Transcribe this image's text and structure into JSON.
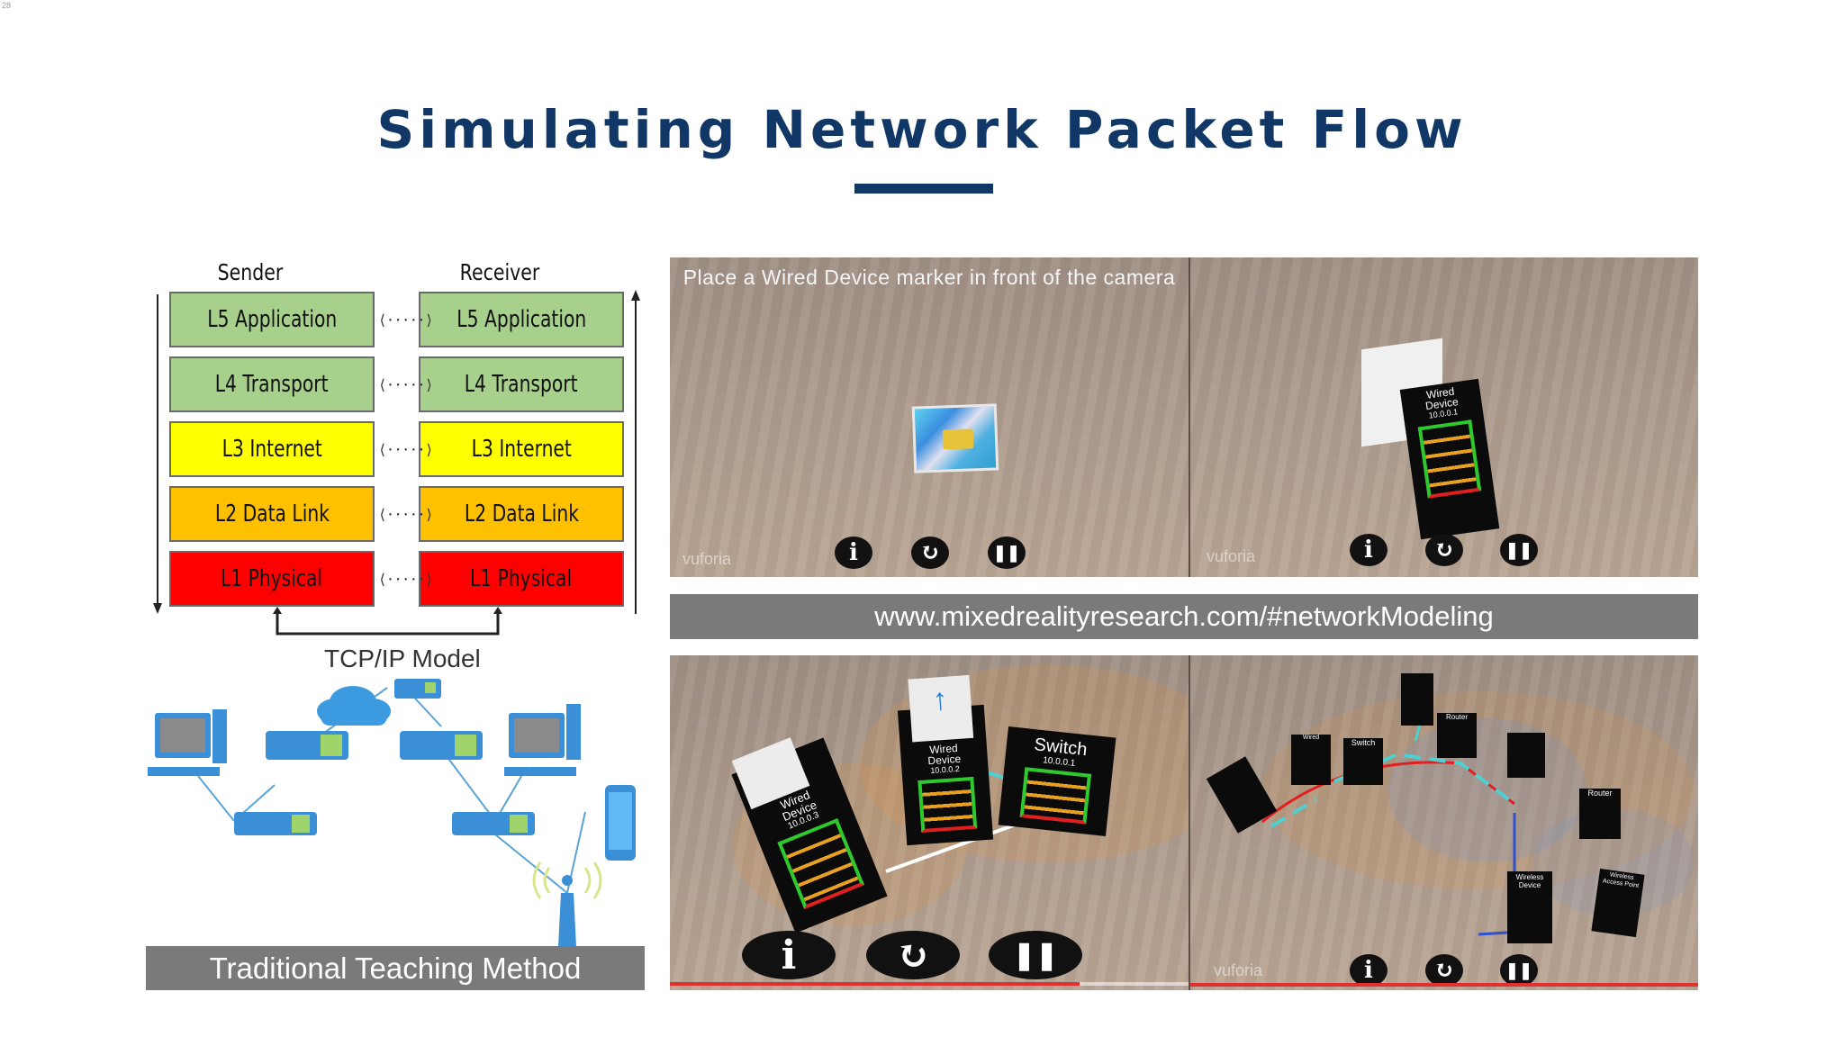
{
  "slide_number": "28",
  "title": "Simulating Network Packet Flow",
  "tcp_diagram": {
    "sender_label": "Sender",
    "receiver_label": "Receiver",
    "layers": [
      {
        "label": "L5 Application",
        "color": "#a8d08d"
      },
      {
        "label": "L4 Transport",
        "color": "#a8d08d"
      },
      {
        "label": "L3 Internet",
        "color": "#ffff00"
      },
      {
        "label": "L2 Data Link",
        "color": "#ffc000"
      },
      {
        "label": "L1 Physical",
        "color": "#ff0000"
      }
    ],
    "model_label": "TCP/IP Model"
  },
  "traditional_label": "Traditional Teaching Method",
  "frames": {
    "instruction": "Place a Wired Device marker in front of the camera",
    "card_wired": {
      "line1": "Wired",
      "line2": "Device",
      "ip": "10.0.0.1"
    },
    "card_wired2": {
      "line1": "Wired",
      "line2": "Device",
      "ip": "10.0.0.2"
    },
    "card_wired3": {
      "line1": "Wired",
      "line2": "Device",
      "ip": "10.0.0.3"
    },
    "card_switch": {
      "label": "Switch",
      "ip": "10.0.0.1"
    },
    "card_router": {
      "label": "Router"
    },
    "card_wireless": {
      "line1": "Wireless",
      "line2": "Device"
    },
    "card_ap": {
      "line1": "Wireless",
      "line2": "Access Point"
    },
    "watermark": "vuforia",
    "info_glyph": "i",
    "replay_glyph": "↻",
    "pause_glyph": "❚❚"
  },
  "url": "www.mixedrealityresearch.com/#networkModeling",
  "colors": {
    "title": "#103766",
    "label_bg": "#7a7a7a",
    "progress": "#e03030"
  }
}
